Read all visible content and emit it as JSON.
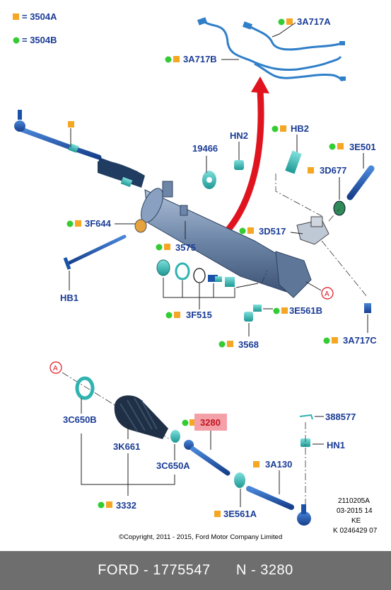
{
  "legend": [
    {
      "symbol": "orange-square",
      "code": "3504A"
    },
    {
      "symbol": "green-dot",
      "code": "3504B"
    }
  ],
  "parts": {
    "p3A717A": "3A717A",
    "p3A717B": "3A717B",
    "pHN2": "HN2",
    "p19466": "19466",
    "pHB2": "HB2",
    "p3E501": "3E501",
    "p3D677": "3D677",
    "p3F644": "3F644",
    "p3575": "3575",
    "p3D517": "3D517",
    "pHB1": "HB1",
    "p3F515": "3F515",
    "p3E561B": "3E561B",
    "p3568": "3568",
    "p3A717C": "3A717C",
    "p3C650B": "3C650B",
    "p3K661": "3K661",
    "p3280": "3280",
    "p3C650A": "3C650A",
    "p388577": "388577",
    "pHN1": "HN1",
    "p3A130": "3A130",
    "p3332": "3332",
    "p3E561A": "3E561A"
  },
  "callouts": {
    "a1": "A",
    "a2": "A"
  },
  "meta": {
    "line1": "2110205A",
    "line2": "03-2015 14",
    "line3": "KE",
    "line4": "K 0246429 07",
    "copyright": "©Copyright, 2011 - 2015, Ford Motor Company Limited"
  },
  "colors": {
    "label": "#1a3c96",
    "orange": "#f5a623",
    "green": "#33cc33",
    "arrow": "#e0141e",
    "highlight": "#f4a0a8",
    "part_blue": "#1a52a8",
    "part_teal": "#2fb3b0",
    "footer_bg": "#6e6e6e"
  },
  "footer": {
    "brand": "FORD",
    "part_number": "1775547",
    "n_label": "N",
    "n_value": "3280"
  }
}
